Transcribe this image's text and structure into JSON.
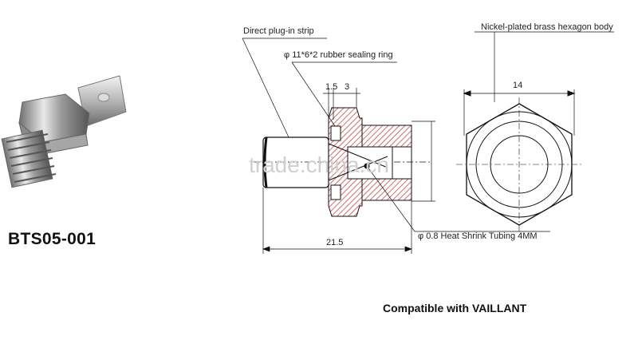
{
  "product": {
    "model": "BTS05-001",
    "compatibility": "Compatible with VAILLANT"
  },
  "callouts": {
    "plug_strip": "Direct plug-in strip",
    "sealing_ring": "φ  11*6*2 rubber sealing ring",
    "body": "Nickel-plated brass hexagon body",
    "tubing": "φ 0.8 Heat Shrink Tubing 4MM"
  },
  "dimensions": {
    "d1": "1.5",
    "d2": "3",
    "length": "21.5",
    "hex": "14"
  },
  "watermark": "trade.china.cn",
  "colors": {
    "hatch": "#c24a4a",
    "line": "#111111"
  }
}
